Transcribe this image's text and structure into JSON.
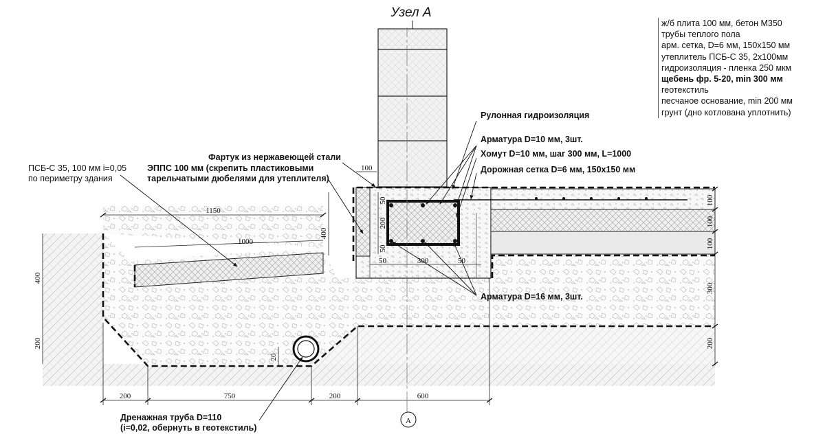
{
  "title": "Узел А",
  "layers": [
    {
      "text": "ж/б плита 100 мм, бетон М350",
      "bold": false
    },
    {
      "text": "трубы теплого пола",
      "bold": false
    },
    {
      "text": "арм. сетка, D=6 мм, 150х150 мм",
      "bold": false
    },
    {
      "text": "утеплитель ПСБ-С 35, 2х100мм",
      "bold": false
    },
    {
      "text": "гидроизоляция - пленка 250 мкм",
      "bold": false
    },
    {
      "text": "щебень фр. 5-20, min 300 мм",
      "bold": true
    },
    {
      "text": "геотекстиль",
      "bold": false
    },
    {
      "text": "песчаное основание, min 200 мм",
      "bold": false
    },
    {
      "text": "грунт (дно котлована уплотнить)",
      "bold": false
    }
  ],
  "callouts": {
    "roll_waterproofing": "Рулонная гидроизоляция",
    "rebar_10": "Арматура D=10 мм, 3шт.",
    "stirrup": "Хомут D=10 мм, шаг 300 мм, L=1000",
    "road_mesh": "Дорожная сетка D=6 мм, 150х150 мм",
    "apron": "Фартук из нержавеющей стали",
    "epps_line1": "ЭППС 100 мм (скрепить пластиковыми",
    "epps_line2": "тарельчатыми дюбелями для утеплителя)",
    "psb_line1": "ПСБ-С 35, 100 мм i=0,05",
    "psb_line2": "по периметру здания",
    "rebar_16": "Арматура D=16 мм, 3шт.",
    "drain_line1": "Дренажная труба D=110",
    "drain_line2": "(i=0,02, обернуть в геотекстиль)"
  },
  "dimensions": {
    "d100_top": "100",
    "d1150": "1150",
    "d1000": "1000",
    "d400_side": "400",
    "d400_wall": "400",
    "d200_left": "200",
    "d200_beam": "200",
    "d50_a": "50",
    "d50_b": "50",
    "d50_c": "50",
    "d50_d": "50",
    "d300": "300",
    "r100_a": "100",
    "r100_b": "100",
    "r100_c": "100",
    "r300": "300",
    "r200": "200",
    "d20": "20",
    "b200_a": "200",
    "b750": "750",
    "b200_b": "200",
    "b600": "600"
  },
  "axis_label": "A"
}
